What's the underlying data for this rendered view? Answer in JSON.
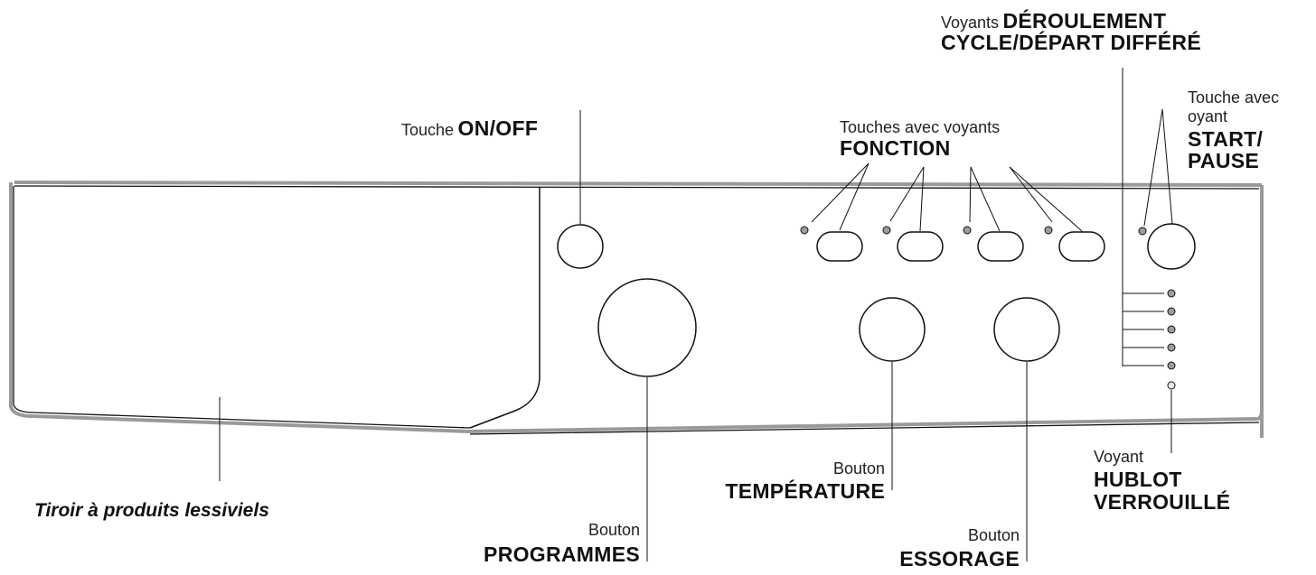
{
  "labels": {
    "on_off": {
      "prefix": "Touche",
      "main": "ON/OFF"
    },
    "fonction": {
      "line1": "Touches avec voyants",
      "line2": "FONCTION"
    },
    "deroulement": {
      "prefix": "Voyants",
      "line1": "DÉROULEMENT",
      "line2": "CYCLE/DÉPART DIFFÉRÉ"
    },
    "start_pause": {
      "line1": "Touche avec",
      "line2": "oyant",
      "line3": "START/",
      "line4": "PAUSE"
    },
    "tiroir": "Tiroir à produits lessiviels",
    "programmes": {
      "line1": "Bouton",
      "line2": "PROGRAMMES"
    },
    "temperature": {
      "line1": "Bouton",
      "line2": "TEMPÉRATURE"
    },
    "essorage": {
      "line1": "Bouton",
      "line2": "ESSORAGE"
    },
    "hublot": {
      "line1": "Voyant",
      "line2": "HUBLOT",
      "line3": "VERROUILLÉ"
    }
  },
  "colors": {
    "stroke": "#111111",
    "panel_edge": "#9a9a9a",
    "led_fill": "#9c9c9c"
  },
  "counts": {
    "function_buttons": 4,
    "cycle_leds": 5
  }
}
